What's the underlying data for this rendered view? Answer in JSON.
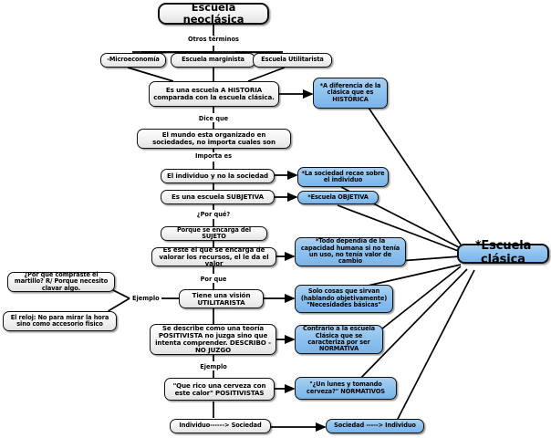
{
  "map": {
    "title": "Escuela neoclásica",
    "accent_blue": "#8dc2ef",
    "node_grey": "#eeeff0",
    "line_color": "#000000"
  },
  "nodes": {
    "root": "Escuela neoclásica",
    "microeconomia": "-Microeconomía",
    "marginista": "Escuela marginista",
    "utilitarista": "Escuela Utilitarista",
    "ahistorica": "Es una escuela A HISTORIA comparada con la escuela clásica.",
    "historica_blue": "*A diferencia de la clásica que es HISTÓRICA",
    "mundo": "El mundo esta organizado en sociedades, no importa cuales son",
    "individuo": "El individuo y no la sociedad",
    "sociedad_recae": "*La sociedad recae sobre el individuo",
    "subjetiva": "Es una escuela SUBJETIVA",
    "objetiva": "*Escuela OBJETIVA",
    "sujeto": "Porque se encarga del SUJETO",
    "valorar": "Es este el que se encarga de valorar los recursos, el le da el valor",
    "capacidad": "*Todo dependía de la capacidad humana si no tenía un uso, no tenía valor de cambio",
    "hub": "*Escuela clásica",
    "martillo": "¿Por que compraste el martillo? R/ Porque necesito clavar algo.",
    "reloj": "El reloj: No para mirar la hora sino como accesorio fisico",
    "utilitarista_vision": "Tiene una visión UTILITARISTA",
    "solo_cosas": "Solo cosas que sirvan (hablando objetivamente) \"Necesidades básicas\"",
    "positivista": "Se describe como una teoría POSITIVISTA no juzga sino que intenta comprender. DESCRIBO - NO JUZGO",
    "contrario": "Contrario a la escuela Clásica que se caracteriza por ser NORMATIVA",
    "cerveza": "\"Que rico una cerveza con este calor\" POSITIVISTAS",
    "lunes": "\"¿Un lunes y tomando cerveza?\" NORMATIVOS",
    "ind_soc": "Individuo------> Sociedad",
    "soc_ind": "Sociedad -----> Individuo"
  },
  "edge_labels": {
    "otros_terminos": "Otros términos",
    "dice_que": "Dice que",
    "importa_es": "Importa es",
    "por_que_q": "¿Por qué?",
    "por_que": "Por que",
    "ejemplo_1": "Ejemplo",
    "ejemplo_2": "Ejemplo"
  }
}
